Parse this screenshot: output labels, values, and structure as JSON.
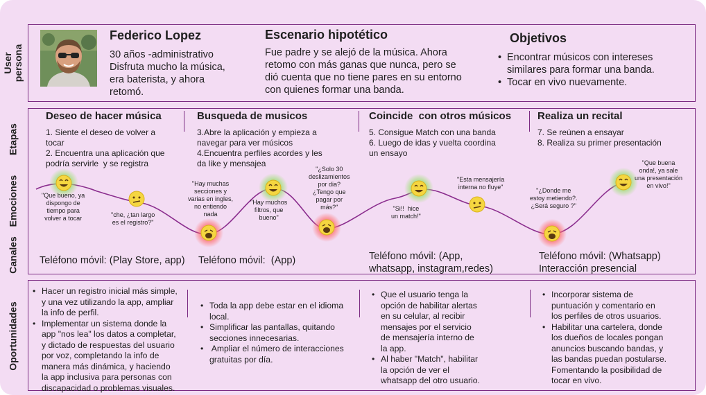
{
  "side_labels": {
    "persona": "User\npersona",
    "etapas": "Etapas",
    "emociones": "Emociones",
    "canales": "Canales",
    "oportunidades": "Oportunidades"
  },
  "persona": {
    "name": "Federico Lopez",
    "bio": "30 años -administrativo\nDisfruta mucho la música,\nera baterista, y ahora\nretomó.",
    "escenario_title": "Escenario hipotético",
    "escenario_text": "Fue padre y se alejó de la música. Ahora\nretomo con más ganas que nunca, pero se\ndió cuenta que no tiene pares en su entorno\ncon quienes formar una banda.",
    "objetivos_title": "Objetivos",
    "objetivos": [
      "Encontrar músicos con intereses\nsimilares para formar una banda.",
      "Tocar en vivo nuevamente."
    ]
  },
  "stages": [
    {
      "title": "Deseo de hacer música",
      "steps": "1. Siente el deseo de volver a\ntocar\n2. Encuentra una aplicación que\npodría servirle  y se registra",
      "channel": "Teléfono móvil: (Play Store, app)"
    },
    {
      "title": "Busqueda de musicos",
      "steps": "3.Abre la aplicación y empieza a\nnavegar para ver músicos\n4.Encuentra perfiles acordes y les\nda like y mensajea",
      "channel": "Teléfono móvil:  (App)"
    },
    {
      "title": "Coincide  con otros músicos",
      "steps": "5. Consigue Match con una banda\n6. Luego de idas y vuelta coordina\nun ensayo",
      "channel": "Teléfono móvil: (App,\nwhatsapp, instagram,redes)"
    },
    {
      "title": "Realiza un recital",
      "steps": "7. Se reúnen a ensayar\n8. Realiza su primer presentación",
      "channel": "Teléfono móvil: (Whatsapp)\nInteracción presencial"
    }
  ],
  "emotions": [
    {
      "mood": "happy",
      "quote": "\"Que bueno, ya\ndispongo de\ntiempo para\nvolver a tocar"
    },
    {
      "mood": "neutral",
      "quote": "\"che, ¿tan largo\nes el registro?\""
    },
    {
      "mood": "sad",
      "quote": "\"Hay muchas\nsecciones y\nvarias en ingles,\nno entiendo\nnada"
    },
    {
      "mood": "happy",
      "quote": "\"Hay muchos\nfiltros, que\nbueno\""
    },
    {
      "mood": "sad",
      "quote": "\"¿Solo 30\ndeslizamientos\npor dia?\n¿Tengo que\npagar por\nmás?\""
    },
    {
      "mood": "happy",
      "quote": "\"Si!!  hice\nun match!\""
    },
    {
      "mood": "neutral",
      "quote": "\"Esta mensajería\ninterna no fluye\""
    },
    {
      "mood": "sad",
      "quote": "\"¿Donde me\nestoy metiendo?.\n¿Será seguro ?\""
    },
    {
      "mood": "happy",
      "quote": "\"Que buena\nonda!, ya sale\nuna presentación\nen vivo!\""
    }
  ],
  "opportunities": [
    [
      "Hacer un registro inicial más simple,\ny una vez utilizando la app, ampliar\nla info de perfil.",
      "Implementar un sistema donde la\napp \"nos lea\" los datos a completar,\ny dictado de respuestas del usuario\npor voz, completando la info de\nmanera más dinámica, y haciendo\nla app inclusiva para personas con\ndiscapacidad o problemas visuales."
    ],
    [
      "Toda la app debe estar en el idioma\nlocal.",
      "Simplificar las pantallas, quitando\nsecciones innecesarias.",
      " Ampliar el número de interacciones\ngratuitas por día."
    ],
    [
      "Que el usuario tenga la\nopción de habilitar alertas\nen su celular, al recibir\nmensajes por el servicio\nde mensajería interno de\nla app.",
      "Al haber \"Match\", habilitar\nla opción de ver el\nwhatsapp del otro usuario."
    ],
    [
      "Incorporar sistema de\npuntuación y comentario en\nlos perfiles de otros usuarios.",
      "Habilitar una cartelera, donde\nlos dueños de locales pongan\nanuncios buscando bandas, y\nlas bandas puedan postularse.\nFomentando la posibilidad de\ntocar en vivo."
    ]
  ],
  "colors": {
    "background": "#f3dcf3",
    "border": "#7b2b82",
    "curve": "#8b2e8e",
    "face": "#f5d640",
    "happy_glow": "#9be070",
    "sad_glow": "#ff6b6b"
  }
}
